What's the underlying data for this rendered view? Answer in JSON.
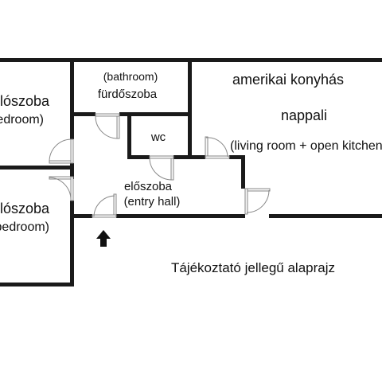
{
  "rooms": {
    "bedroom_top": {
      "name": "hálószoba",
      "translation": "(bedroom)"
    },
    "bedroom_bottom": {
      "name": "hálószoba",
      "translation": "(bedroom)"
    },
    "bathroom": {
      "translation": "(bathroom)",
      "name": "fürdőszoba"
    },
    "wc": {
      "name": "wc"
    },
    "living": {
      "line1": "amerikai konyhás",
      "name": "nappali",
      "translation": "(living room + open kitchen)"
    },
    "entry": {
      "name": "előszoba",
      "translation": "(entry hall)"
    }
  },
  "note": "Tájékoztató jellegű alaprajz",
  "colors": {
    "wall": "#1a1a1a",
    "door": "#888888",
    "background": "#ffffff"
  },
  "icons": {
    "entrance": "up-arrow-icon"
  }
}
